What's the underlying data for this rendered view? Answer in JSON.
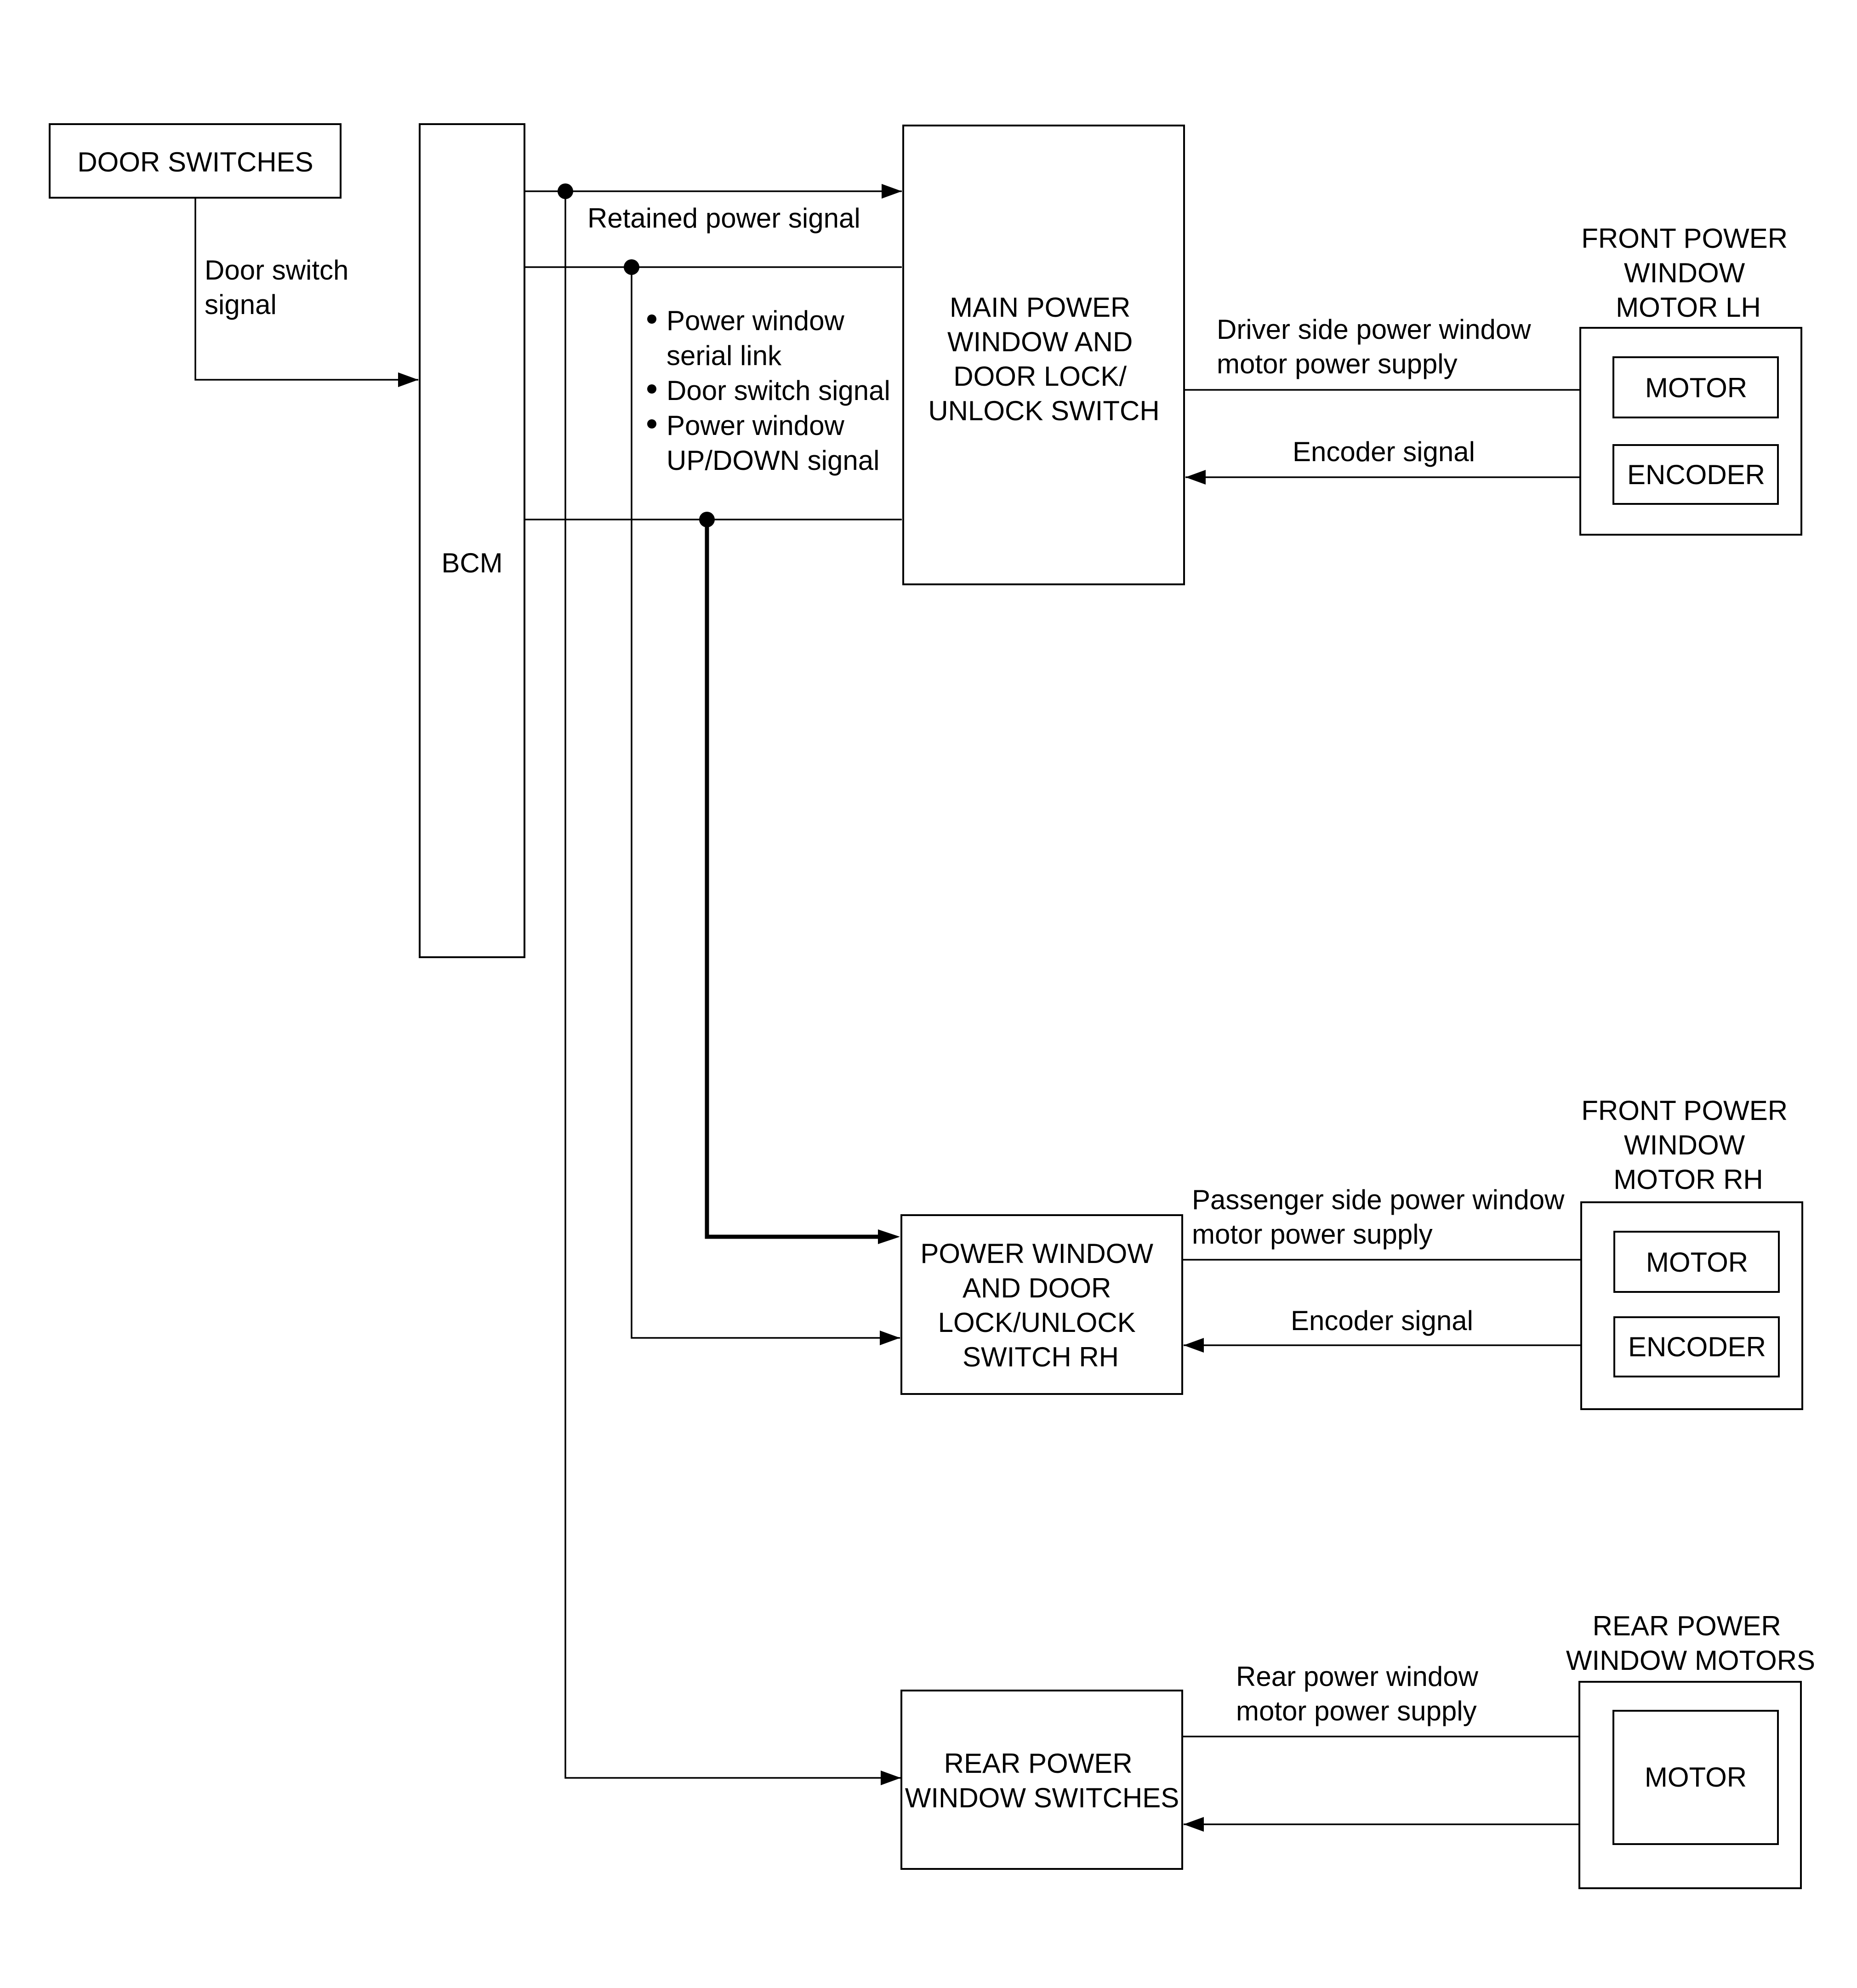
{
  "blocks": {
    "door_switches": "DOOR SWITCHES",
    "bcm": "BCM",
    "main_switch": [
      "MAIN POWER",
      "WINDOW AND",
      "DOOR LOCK/",
      "UNLOCK SWITCH"
    ],
    "rh_switch": [
      "POWER WINDOW",
      "AND DOOR",
      "LOCK/UNLOCK",
      "SWITCH RH"
    ],
    "rear_switches": [
      "REAR POWER",
      "WINDOW SWITCHES"
    ],
    "front_lh_title": [
      "FRONT POWER",
      "WINDOW",
      "MOTOR LH"
    ],
    "front_rh_title": [
      "FRONT POWER",
      "WINDOW",
      "MOTOR RH"
    ],
    "rear_title": [
      "REAR POWER",
      "WINDOW MOTORS"
    ],
    "motor": "MOTOR",
    "encoder": "ENCODER"
  },
  "signals": {
    "door_switch_signal": [
      "Door switch",
      "signal"
    ],
    "retained_power": "Retained power signal",
    "bcm_bullets": [
      "Power window",
      "serial link",
      "Door switch signal",
      "Power window",
      "UP/DOWN signal"
    ],
    "driver_supply": [
      "Driver side power window",
      "motor power supply"
    ],
    "encoder_signal": "Encoder signal",
    "passenger_supply": [
      "Passenger side power window",
      "motor power supply"
    ],
    "rear_supply": [
      "Rear power window",
      "motor power supply"
    ]
  }
}
